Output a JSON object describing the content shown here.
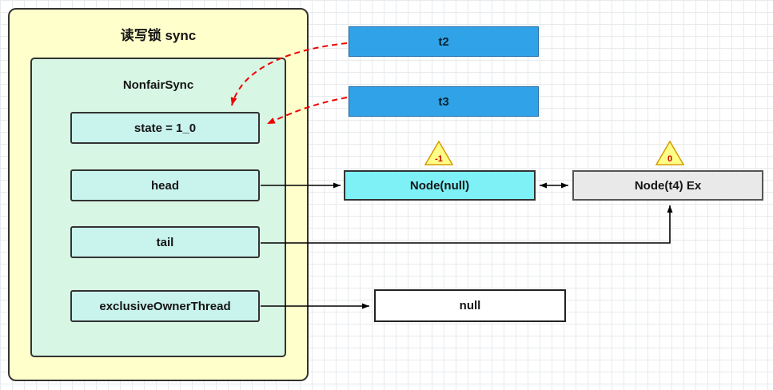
{
  "canvas": {
    "outer_container": {
      "title": "读写锁 sync"
    },
    "sync_object": {
      "title": "NonfairSync",
      "fields": {
        "state": {
          "label": "state = 1_0"
        },
        "head": {
          "label": "head"
        },
        "tail": {
          "label": "tail"
        },
        "owner": {
          "label": "exclusiveOwnerThread"
        }
      }
    },
    "threads": {
      "t2": {
        "label": "t2"
      },
      "t3": {
        "label": "t3"
      }
    },
    "queue": {
      "head_node": {
        "label": "Node(null)",
        "wait_status": "-1"
      },
      "tail_node": {
        "label": "Node(t4) Ex",
        "wait_status": "0"
      },
      "owner_value": {
        "label": "null"
      }
    },
    "colors": {
      "outer_fill": "#ffffcc",
      "inner_fill": "#d8f6e4",
      "field_fill": "#c9f3ed",
      "thread_fill": "#30a3e8",
      "head_node_fill": "#7df1f6",
      "tail_node_fill": "#e9e9e9",
      "null_fill": "#ffffff",
      "triangle_fill": "#ffff88",
      "triangle_border": "#d79b00",
      "triangle_text": "#cc0000",
      "solid_arrow": "#000000",
      "dashed_arrow": "#ee0000"
    }
  }
}
